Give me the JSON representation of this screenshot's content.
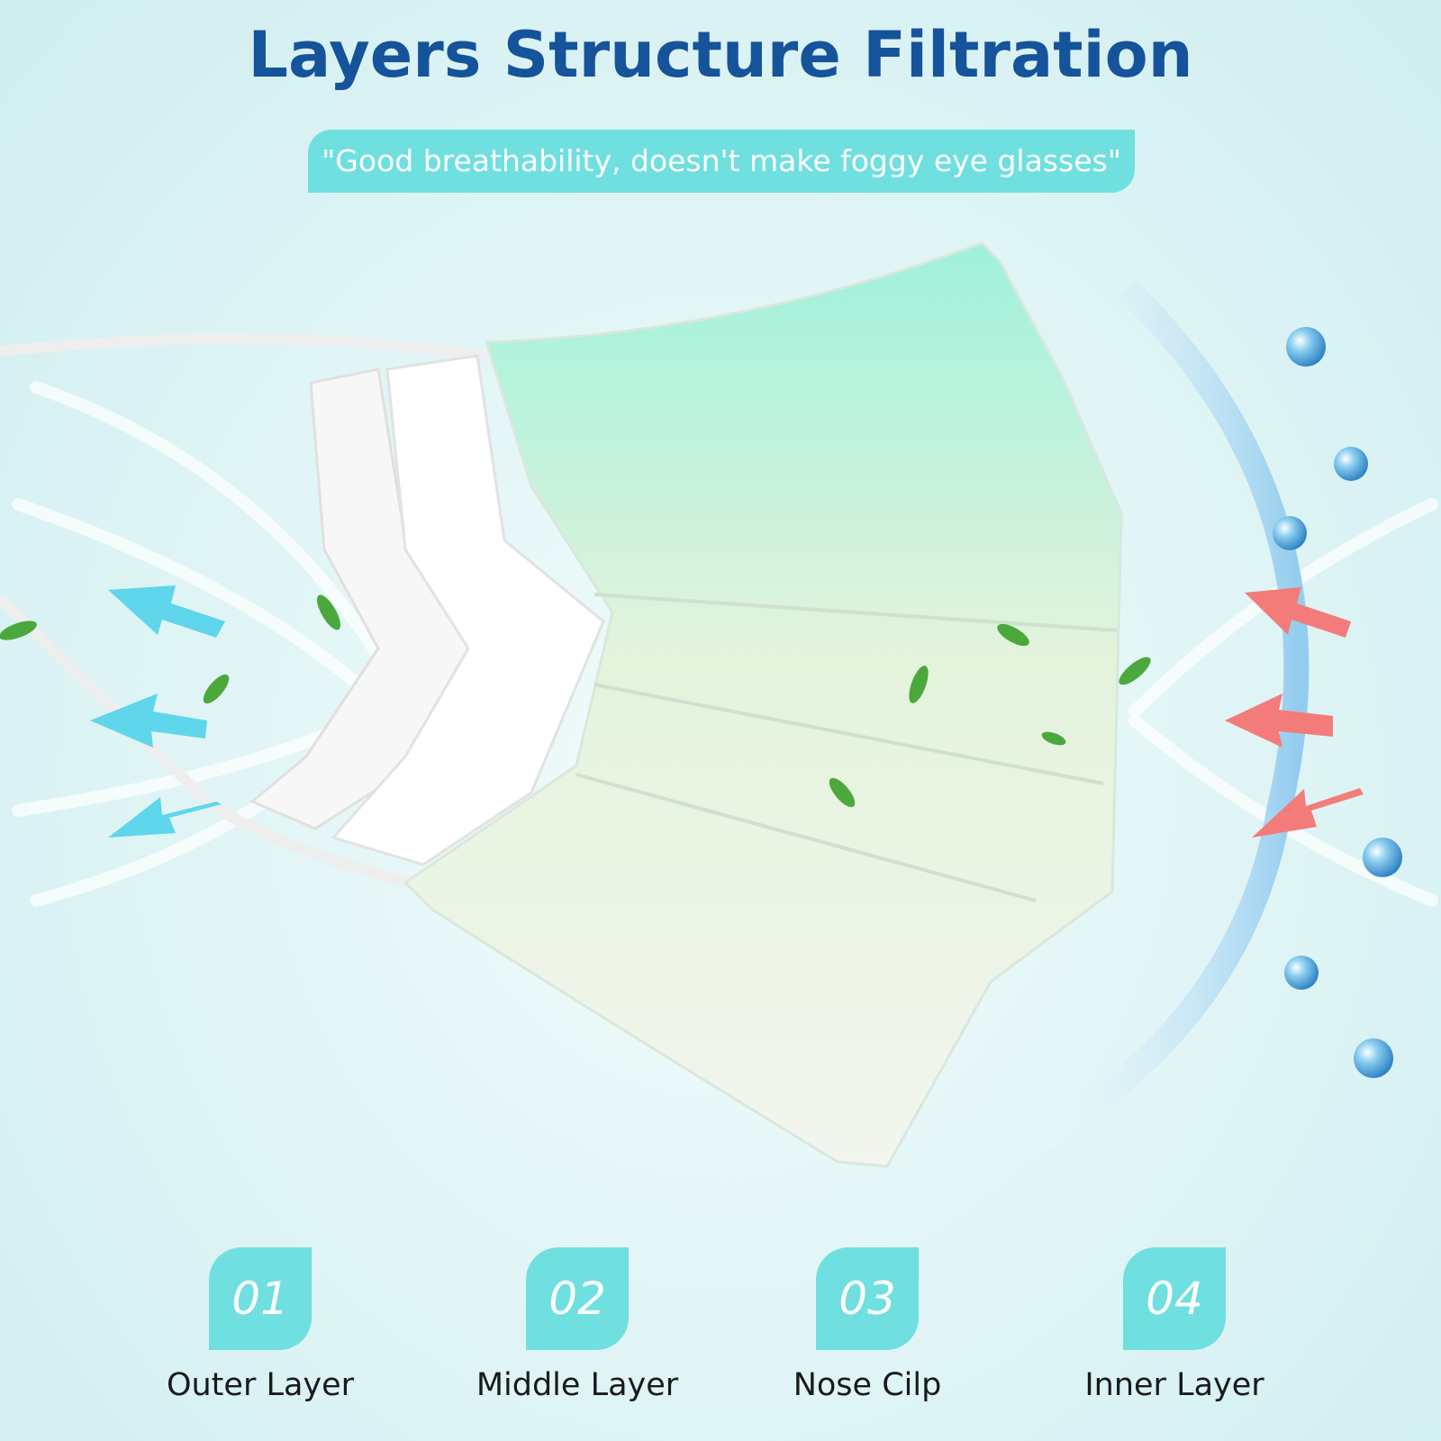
{
  "title": "Layers Structure Filtration",
  "tagline": "\"Good breathability, doesn't make foggy eye glasses\"",
  "colors": {
    "title": "#15539a",
    "accent": "#6fdfe0",
    "airflow_in": "#f37c7a",
    "airflow_out": "#5fd6ec",
    "mask_top": "#9ff1dc",
    "mask_bottom": "#f3f5ee"
  },
  "icons": [
    "leaf-icon",
    "water-droplet-icon",
    "airflow-arrow-icon"
  ],
  "layers": [
    {
      "number": "01",
      "label": "Outer Layer"
    },
    {
      "number": "02",
      "label": "Middle Layer"
    },
    {
      "number": "03",
      "label": "Nose Cilp"
    },
    {
      "number": "04",
      "label": "Inner Layer"
    }
  ]
}
